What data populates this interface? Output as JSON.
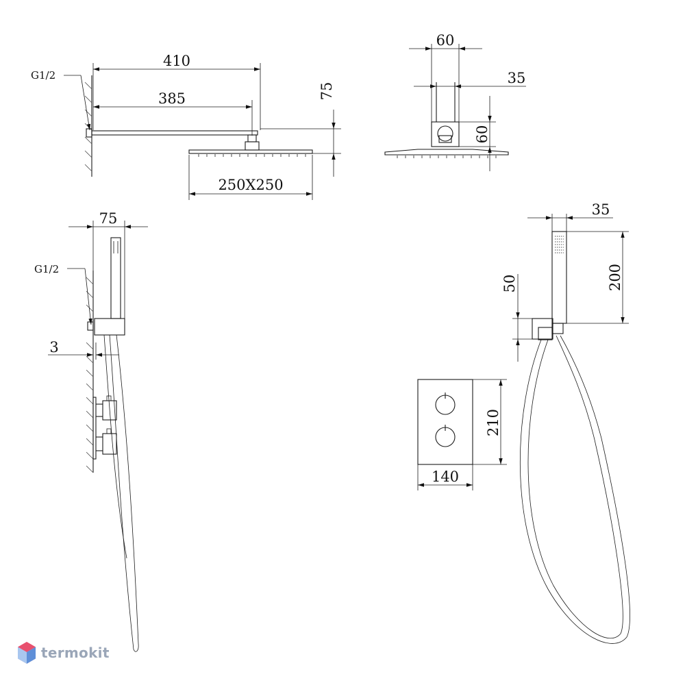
{
  "labels": {
    "thread_top": "G1/2",
    "thread_mid": "G1/2",
    "dim_410": "410",
    "dim_385": "385",
    "dim_75_top": "75",
    "dim_250": "250X250",
    "dim_60_top": "60",
    "dim_35_top": "35",
    "dim_60_side": "60",
    "dim_75_mid": "75",
    "dim_3": "3",
    "dim_35_right": "35",
    "dim_200": "200",
    "dim_50": "50",
    "dim_210": "210",
    "dim_140": "140"
  },
  "watermark": {
    "text": "termokit",
    "color": "#9aa6b8",
    "icon": "hexagon-logo-icon"
  }
}
